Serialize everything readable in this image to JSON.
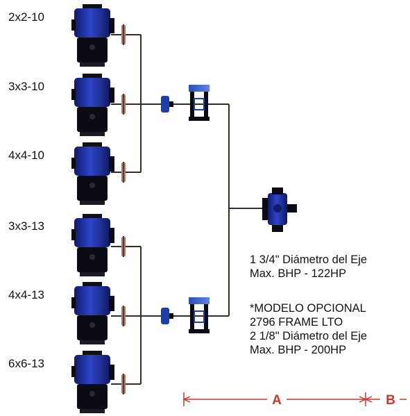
{
  "pumps": [
    {
      "label": "2x2-10"
    },
    {
      "label": "3x3-10"
    },
    {
      "label": "4x4-10"
    },
    {
      "label": "3x3-13"
    },
    {
      "label": "4x4-13"
    },
    {
      "label": "6x6-13"
    }
  ],
  "specs": {
    "standard": [
      "1 3/4\" Diámetro del Eje",
      "Max.  BHP - 122HP"
    ],
    "optional": [
      "*MODELO OPCIONAL",
      "2796 FRAME LTO",
      "2 1/8\" Diámetro del Eje",
      "Max.  BHP - 200HP"
    ]
  },
  "dimensions": {
    "a": "A",
    "b": "B"
  },
  "colors": {
    "pump_body": "#1a2a8c",
    "pump_dark": "#0b0b14",
    "flange": "#3c6fd6",
    "line": "#3a2a22",
    "dim_red": "#d0342c"
  },
  "icons": [
    "pump-icon",
    "coupling-icon",
    "bearing-frame-icon",
    "power-frame-icon"
  ]
}
